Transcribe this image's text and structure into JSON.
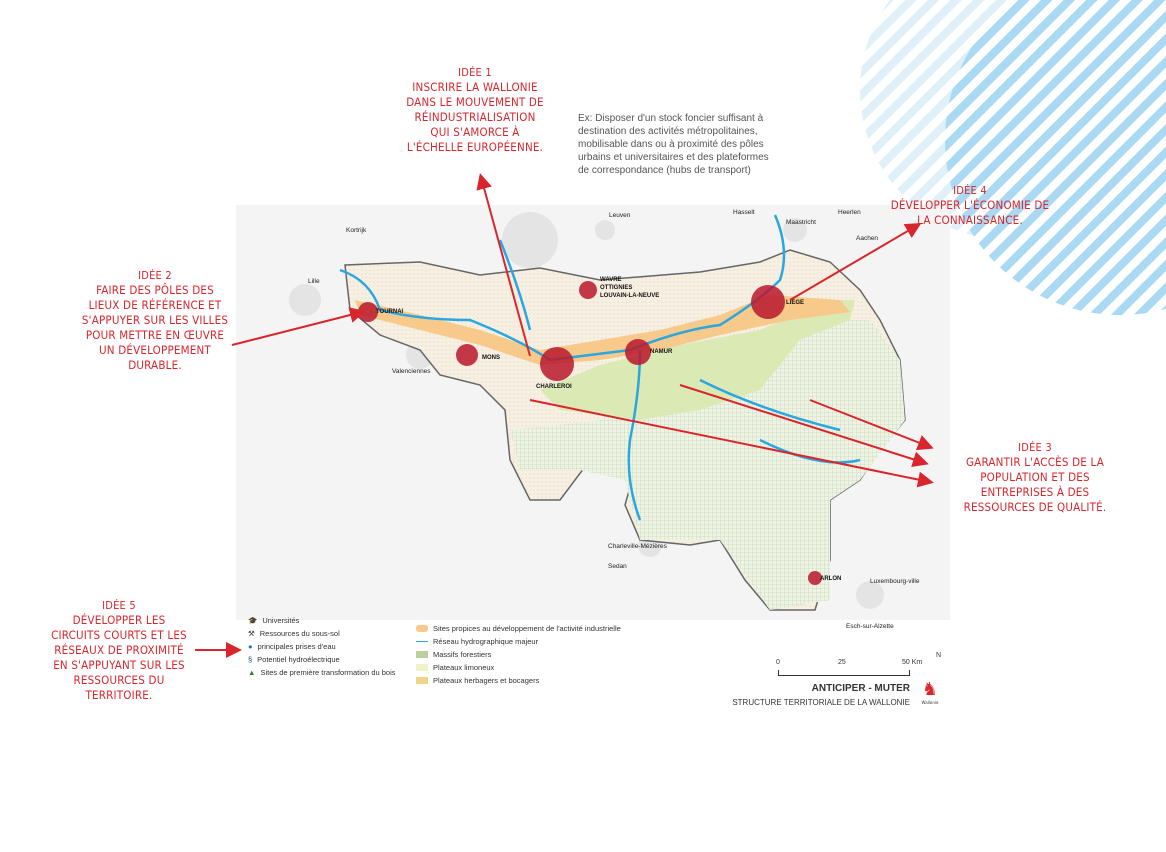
{
  "ideas": [
    {
      "tag": "Idée 1",
      "text": "Inscrire la Wallonie dans le mouvement de réindustrialisation qui s'amorce à l'échelle européenne."
    },
    {
      "tag": "Idée 2",
      "text": "Faire des pôles des lieux de référence et s'appuyer sur les villes pour mettre en œuvre un développement durable."
    },
    {
      "tag": "Idée 3",
      "text": "Garantir l'accès de la population et des entreprises à des ressources de qualité."
    },
    {
      "tag": "Idée 4",
      "text": "Développer l'économie de la connaissance."
    },
    {
      "tag": "Idée 5",
      "text": "Développer les circuits courts et les réseaux de proximité en s'appuyant sur les ressources du territoire."
    }
  ],
  "example": "Ex: Disposer d'un stock foncier suffisant à destination des activités métropolitaines, mobilisable dans ou à proximité des pôles urbains et universitaires et des plateformes de correspondance (hubs de transport)",
  "map": {
    "cities": [
      "Leuven",
      "Hasselt",
      "Maastricht",
      "Heerlen",
      "Aachen",
      "Kortrijk",
      "Lille",
      "Valenciennes",
      "Charleville-Mézières",
      "Sedan",
      "Luxembourg-ville",
      "Esch-sur-Alzette"
    ],
    "poles": [
      "TOURNAI",
      "MONS",
      "CHARLEROI",
      "NAMUR",
      "LIEGE",
      "WAVRE",
      "OTTIGNIES",
      "LOUVAIN-LA-NEUVE",
      "ARLON"
    ]
  },
  "legend": {
    "left": [
      "Universités",
      "Ressources du sous-sol",
      "principales prises d'eau",
      "Potentiel hydroélectrique",
      "Sites de première transformation du bois"
    ],
    "right": [
      "Sites propices au développement de l'activité industrielle",
      "Réseau hydrographique majeur",
      "Massifs forestiers",
      "Plateaux limoneux",
      "Plateaux herbagers et bocagers"
    ]
  },
  "scale": {
    "ticks": [
      "0",
      "25",
      "50 Km"
    ],
    "north": "N"
  },
  "title": "ANTICIPER - MUTER",
  "subtitle": "STRUCTURE TERRITORIALE DE LA WALLONIE",
  "logo_text": "Wallonie",
  "colors": {
    "accent": "#d8262c",
    "water": "#2aa6e0",
    "pole": "#b8172c",
    "industry": "#f7c98a",
    "limon": "#dbe9b4"
  }
}
